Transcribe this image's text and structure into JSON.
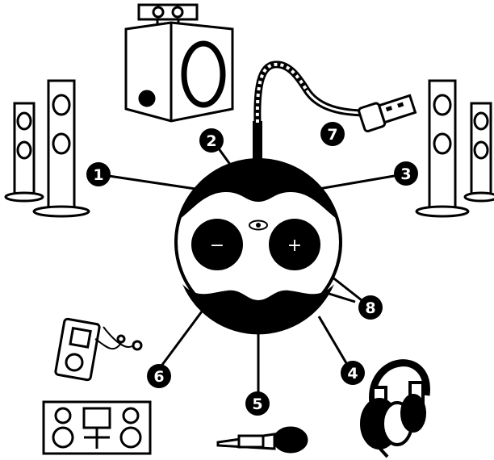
{
  "callouts": [
    {
      "number": "1",
      "target": "front-left-speaker"
    },
    {
      "number": "2",
      "target": "subwoofer"
    },
    {
      "number": "3",
      "target": "front-right-speaker"
    },
    {
      "number": "4",
      "target": "headphones"
    },
    {
      "number": "5",
      "target": "microphone"
    },
    {
      "number": "6",
      "target": "mp3-player-and-stereo"
    },
    {
      "number": "7",
      "target": "usb-cable"
    },
    {
      "number": "8",
      "target": "volume-buttons"
    }
  ],
  "buttons": {
    "minus_label": "−",
    "plus_label": "+"
  },
  "colors": {
    "ink": "#000000",
    "paper": "#ffffff"
  }
}
